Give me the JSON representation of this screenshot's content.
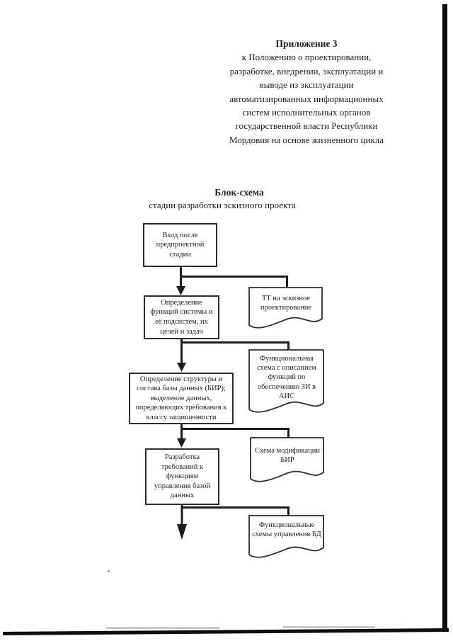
{
  "page": {
    "header": {
      "title": "Приложение 3",
      "lines": [
        "к Положению о проектировании,",
        "разработке, внедрении, эксплуатации и",
        "выводе из эксплуатации",
        "автоматизированных информационных",
        "систем исполнительных органов",
        "государственной власти Республики",
        "Мордовия на основе жизненного цикла"
      ]
    },
    "diagram": {
      "title": "Блок-схема",
      "subtitle": "стадии разработки эскизного проекта",
      "process_boxes": [
        {
          "label": "Вход после предпроектной стадии"
        },
        {
          "label": "Определение функций системы и её подсистем, их целей и задач"
        },
        {
          "label": "Определение структуры и состава базы данных (БИР); выделение данных, определяющих требования к классу защищенности"
        },
        {
          "label": "Разработка требований к функциям управления базой данных"
        }
      ],
      "document_shapes": [
        {
          "label": "ТТ на эскизное проектирование"
        },
        {
          "label": "Функциональная схема с описанием функций по обеспечению ЗИ в АИС"
        },
        {
          "label": "Схема модификации БИР"
        },
        {
          "label": "Функциональные схемы управления БД"
        }
      ]
    },
    "colors": {
      "ink": "#1f1f1f",
      "paper": "#ffffff"
    }
  }
}
